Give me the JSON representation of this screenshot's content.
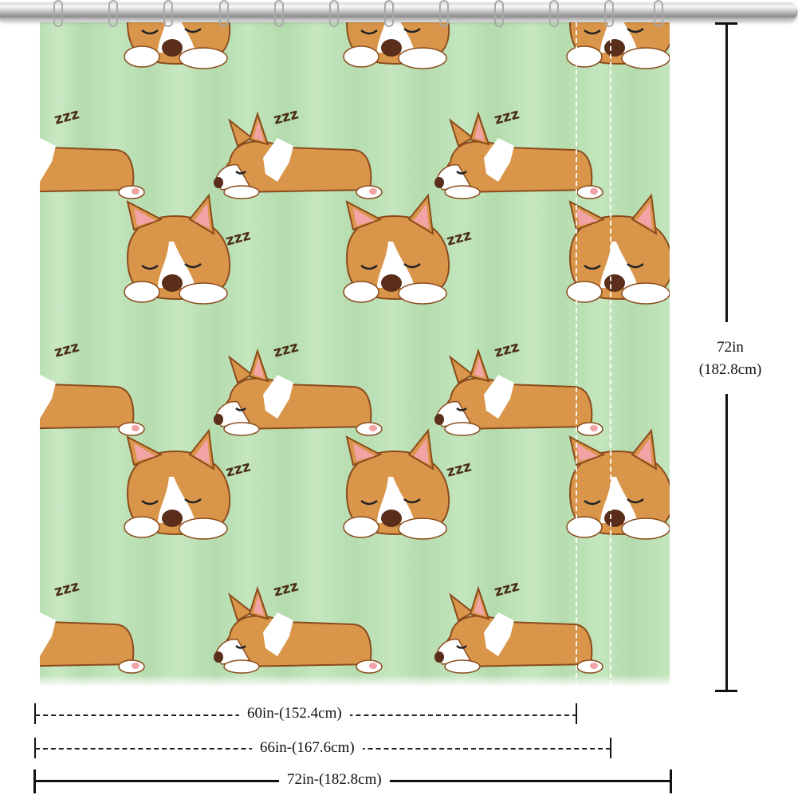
{
  "product": {
    "type": "shower curtain",
    "pattern": "sleeping corgis",
    "background_color": "#bde2b6",
    "sleep_text": "zzz"
  },
  "dimensions": {
    "height": {
      "label_in": "72in",
      "label_cm": "(182.8cm)"
    },
    "widths": [
      {
        "label": "60in-(152.4cm)",
        "style": "dashed"
      },
      {
        "label": "66in-(167.6cm)",
        "style": "dashed"
      },
      {
        "label": "72in-(182.8cm)",
        "style": "solid"
      }
    ]
  },
  "colors": {
    "fur": "#d9964b",
    "fur_outline": "#8a4b1c",
    "white": "#ffffff",
    "ear_pink": "#f2a3a6",
    "nose": "#5a2e1a",
    "dimension_lines": "#111111"
  }
}
